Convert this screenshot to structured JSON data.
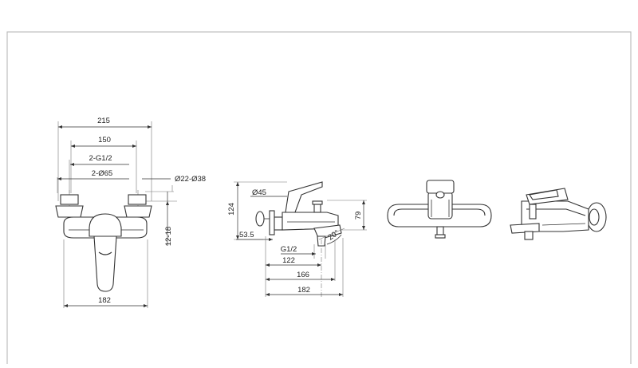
{
  "front_view": {
    "dim_overall": "215",
    "dim_centers": "150",
    "dim_thread": "2-G1/2",
    "dim_flange": "2-Ø65",
    "dim_pipe": "Ø22-Ø38",
    "dim_offset": "12-18",
    "dim_base": "182"
  },
  "side_view": {
    "dim_height": "124",
    "dim_handle_dia": "Ø45",
    "dim_offset": "53.5",
    "dim_spout_height": "79",
    "dim_angle": "20°",
    "dim_outlet_thread": "G1/2",
    "dim_outlet_dist": "122",
    "dim_spout_len": "166",
    "dim_total_len": "182"
  }
}
